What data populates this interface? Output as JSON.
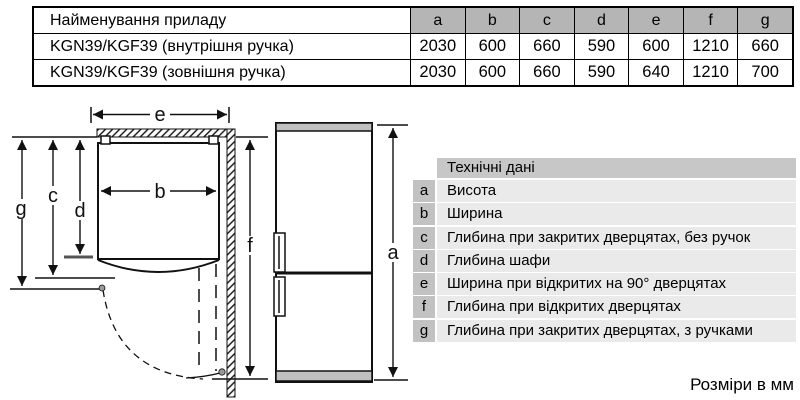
{
  "spec_table": {
    "name_header": "Найменування приладу",
    "dim_headers": [
      "a",
      "b",
      "c",
      "d",
      "e",
      "f",
      "g"
    ],
    "rows": [
      {
        "name": "KGN39/KGF39 (внутрішня ручка)",
        "values": [
          "2030",
          "600",
          "660",
          "590",
          "600",
          "1210",
          "660"
        ]
      },
      {
        "name": "KGN39/KGF39 (зовнішня ручка)",
        "values": [
          "2030",
          "600",
          "660",
          "590",
          "640",
          "1210",
          "700"
        ]
      }
    ]
  },
  "legend": {
    "title": "Технічні дані",
    "items": [
      {
        "key": "a",
        "label": "Висота"
      },
      {
        "key": "b",
        "label": "Ширина"
      },
      {
        "key": "c",
        "label": "Глибина при закритих дверцятах, без ручок"
      },
      {
        "key": "d",
        "label": "Глибина шафи"
      },
      {
        "key": "e",
        "label": "Ширина при відкритих на 90° дверцятах"
      },
      {
        "key": "f",
        "label": "Глибина при відкритих дверцятах"
      },
      {
        "key": "g",
        "label": "Глибина при закритих дверцятах, з ручками"
      }
    ]
  },
  "diagram": {
    "labels": {
      "a": "a",
      "b": "b",
      "c": "c",
      "d": "d",
      "e": "e",
      "f": "f",
      "g": "g"
    }
  },
  "footer_note": "Розміри в мм",
  "colors": {
    "table_header_bg": "#b5b5b5",
    "legend_title_bg": "#c7c7c7",
    "legend_key_bg": "#c2c2c2",
    "legend_row_bg": "#eaeaea",
    "fridge_trim_gray": "#c0c0c0",
    "line_color": "#111111"
  }
}
